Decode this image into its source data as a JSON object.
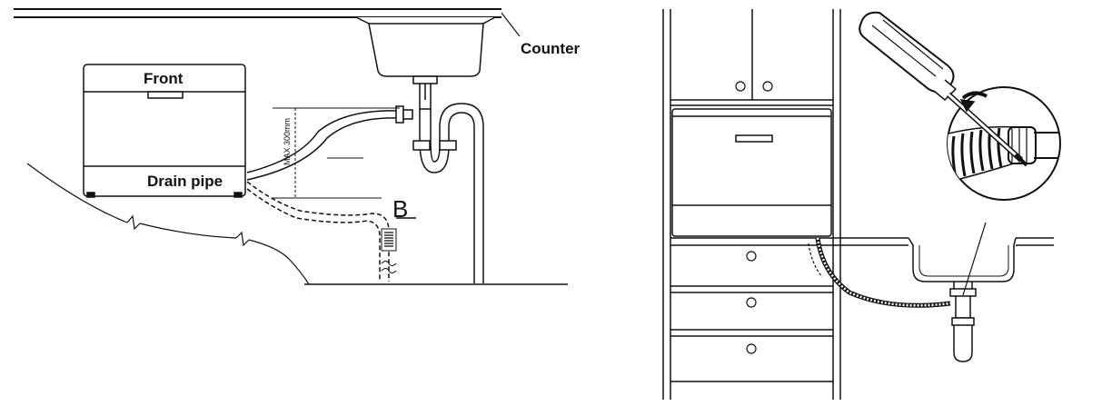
{
  "labels": {
    "counter": "Counter",
    "front": "Front",
    "drain_pipe": "Drain pipe",
    "max_height": "MAX 300mm",
    "option_b": "B"
  },
  "colors": {
    "line": "#111111",
    "hose_fill": "#ffffff",
    "background": "#ffffff"
  },
  "icons": {
    "tool": "screwdriver-icon",
    "rotation": "rotate-arrow-icon"
  }
}
